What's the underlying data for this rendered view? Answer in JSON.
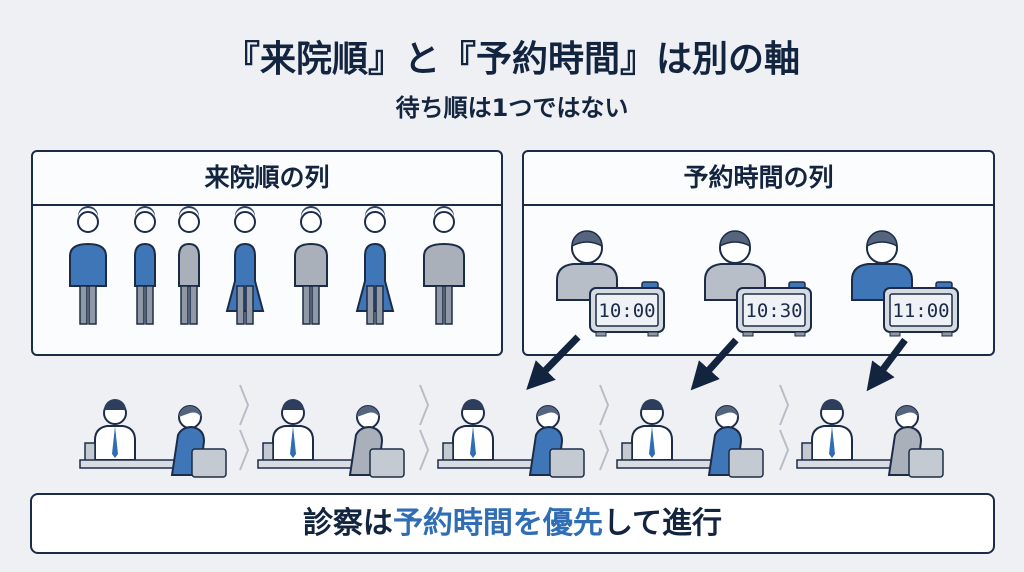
{
  "title": "『来院順』と『予約時間』は別の軸",
  "subtitle": "待ち順は1つではない",
  "left_panel": {
    "heading": "来院順の列"
  },
  "right_panel": {
    "heading": "予約時間の列",
    "clocks": [
      "10:00",
      "10:30",
      "11:00"
    ]
  },
  "banner": {
    "prefix": "診察は",
    "highlight": "予約時間を優先",
    "suffix": "して進行"
  },
  "colors": {
    "navy": "#1c2c48",
    "blue": "#3f76b8",
    "gray": "#a9b0ba",
    "background": "#eef0f4"
  }
}
